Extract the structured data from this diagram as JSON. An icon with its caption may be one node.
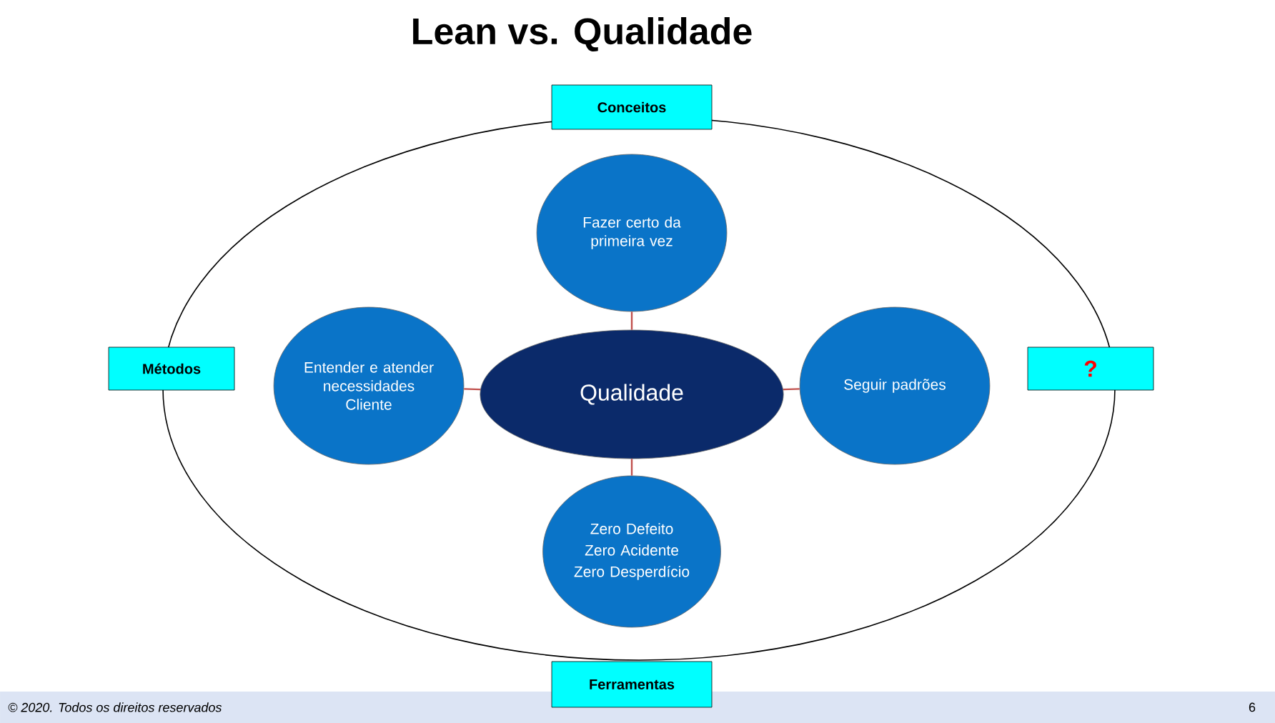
{
  "diagram": {
    "title": "Lean vs. Qualidade",
    "nodes": [
      {
        "text": [
          "Conceitos"
        ]
      },
      {
        "text": [
          "Métodos"
        ]
      },
      {
        "text": [
          "?"
        ]
      },
      {
        "text": [
          "Ferramentas"
        ]
      },
      {
        "text": [
          "Fazer certo da primeira vez"
        ]
      },
      {
        "text": [
          "Entender e atender necessidades Cliente"
        ]
      },
      {
        "text": [
          "Qualidade"
        ]
      },
      {
        "text": [
          "Seguir padrões"
        ]
      },
      {
        "text": [
          "Zero Defeito",
          "Zero Acidente",
          "Zero Desperdício"
        ]
      }
    ],
    "edges": [
      {
        "from": 6,
        "to": 4,
        "arrow": "none"
      },
      {
        "from": 6,
        "to": 5,
        "arrow": "none"
      },
      {
        "from": 6,
        "to": 7,
        "arrow": "none"
      },
      {
        "from": 6,
        "to": 8,
        "arrow": "none"
      }
    ],
    "labels": [
      "© 2020. Todos os direitos reservados",
      "6"
    ]
  }
}
